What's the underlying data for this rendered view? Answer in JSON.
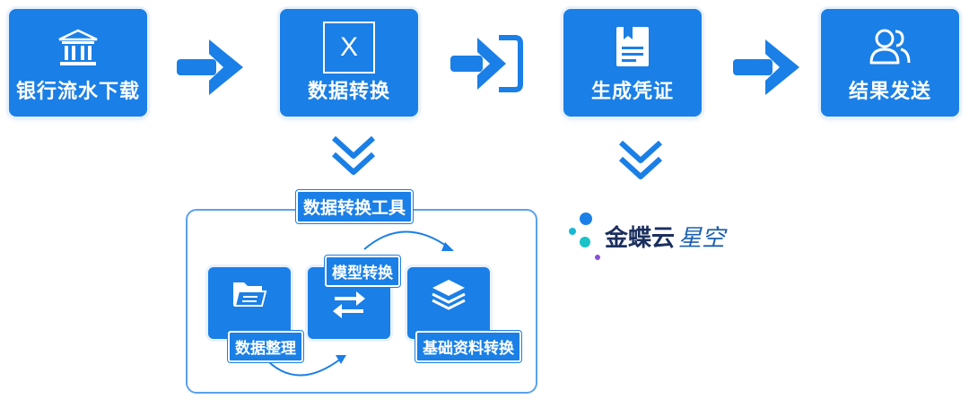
{
  "flow": {
    "step1": "银行流水下载",
    "step2": "数据转换",
    "step3": "生成凭证",
    "step4": "结果发送",
    "excel_letter": "X"
  },
  "tool": {
    "title": "数据转换工具",
    "model_convert": "模型转换",
    "data_sort": "数据整理",
    "base_convert": "基础资料转换"
  },
  "brand": {
    "name_bold": "金蝶云",
    "name_light": "星空"
  },
  "colors": {
    "primary": "#1a7fe6",
    "light_accent": "#5aa2ee",
    "brand_navy": "#1b2f5e"
  }
}
